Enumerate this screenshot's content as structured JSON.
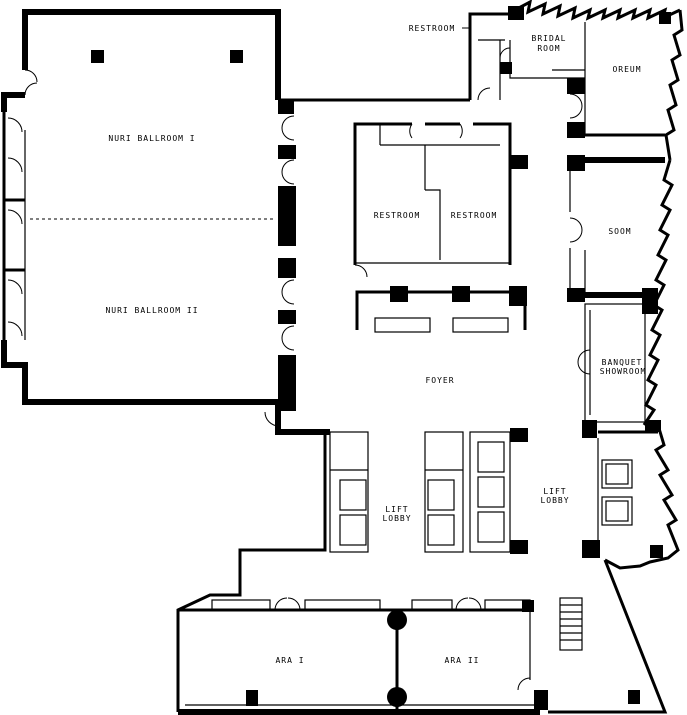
{
  "plan": {
    "rooms": [
      {
        "key": "restroom_top",
        "label": "RESTROOM"
      },
      {
        "key": "bridal",
        "label_line1": "BRIDAL",
        "label_line2": "ROOM"
      },
      {
        "key": "oreum",
        "label": "OREUM"
      },
      {
        "key": "nuri1",
        "label": "NURI BALLROOM I"
      },
      {
        "key": "nuri2",
        "label": "NURI BALLROOM II"
      },
      {
        "key": "restroom_left",
        "label": "RESTROOM"
      },
      {
        "key": "restroom_right",
        "label": "RESTROOM"
      },
      {
        "key": "soom",
        "label": "SOOM"
      },
      {
        "key": "banquet",
        "label_line1": "BANQUET",
        "label_line2": "SHOWROOM"
      },
      {
        "key": "foyer",
        "label": "FOYER"
      },
      {
        "key": "lift_lobby_left",
        "label_line1": "LIFT",
        "label_line2": "LOBBY"
      },
      {
        "key": "lift_lobby_right",
        "label_line1": "LIFT",
        "label_line2": "LOBBY"
      },
      {
        "key": "ara1",
        "label": "ARA I"
      },
      {
        "key": "ara2",
        "label": "ARA II"
      }
    ],
    "colors": {
      "wall": "#000000",
      "background": "#ffffff"
    }
  }
}
